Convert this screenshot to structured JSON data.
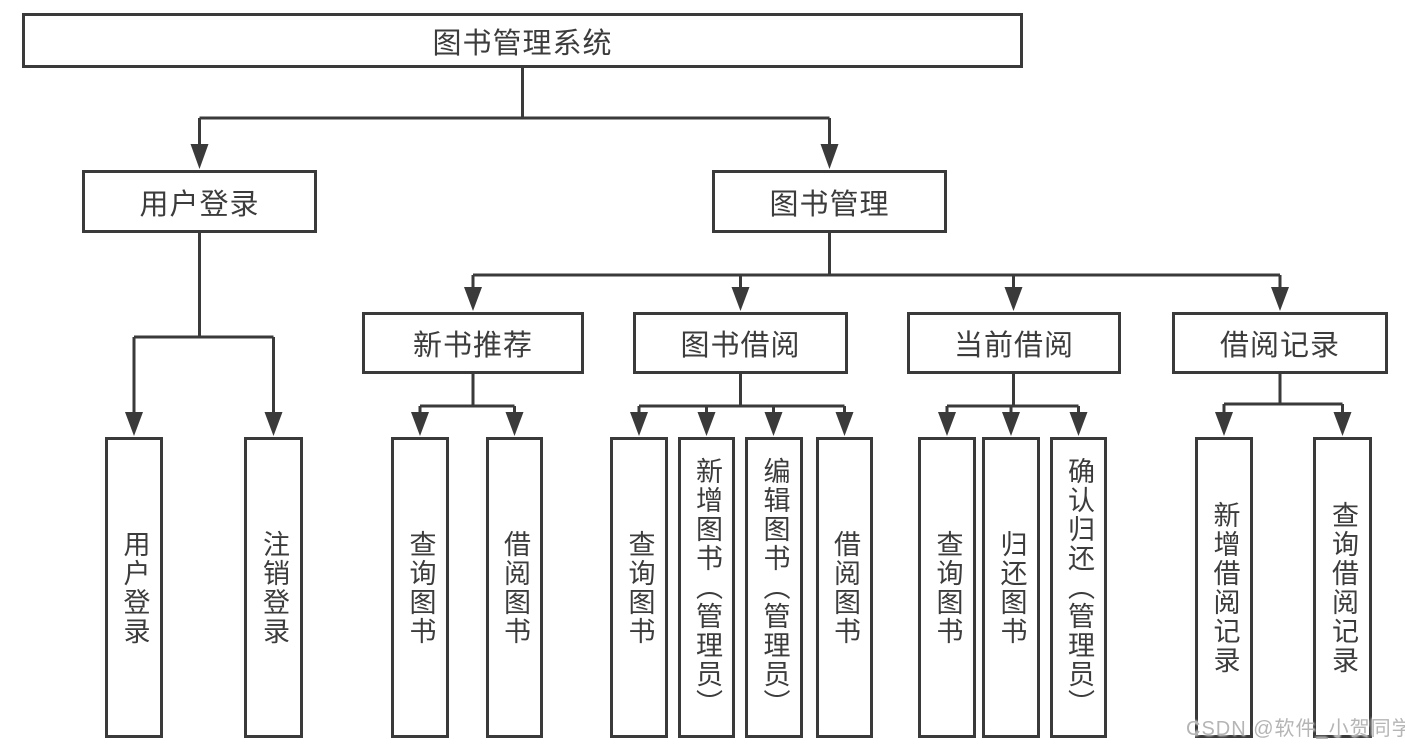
{
  "diagram": {
    "root": {
      "label": "图书管理系统"
    },
    "branches": [
      {
        "label": "用户登录",
        "children": [
          {
            "label": "用户登录"
          },
          {
            "label": "注销登录"
          }
        ]
      },
      {
        "label": "图书管理",
        "children": [
          {
            "label": "新书推荐",
            "children": [
              {
                "label": "查询图书"
              },
              {
                "label": "借阅图书"
              }
            ]
          },
          {
            "label": "图书借阅",
            "children": [
              {
                "label": "查询图书"
              },
              {
                "label": "新增图书（管理员）"
              },
              {
                "label": "编辑图书（管理员）"
              },
              {
                "label": "借阅图书"
              }
            ]
          },
          {
            "label": "当前借阅",
            "children": [
              {
                "label": "查询图书"
              },
              {
                "label": "归还图书"
              },
              {
                "label": "确认归还（管理员）"
              }
            ]
          },
          {
            "label": "借阅记录",
            "children": [
              {
                "label": "新增借阅记录"
              },
              {
                "label": "查询借阅记录"
              }
            ]
          }
        ]
      }
    ]
  },
  "watermark": "CSDN @软件_小贺同学",
  "colors": {
    "line": "#3a3a3a",
    "text": "#3c3c3c",
    "background": "#ffffff",
    "watermark": "#b5b5b5"
  }
}
